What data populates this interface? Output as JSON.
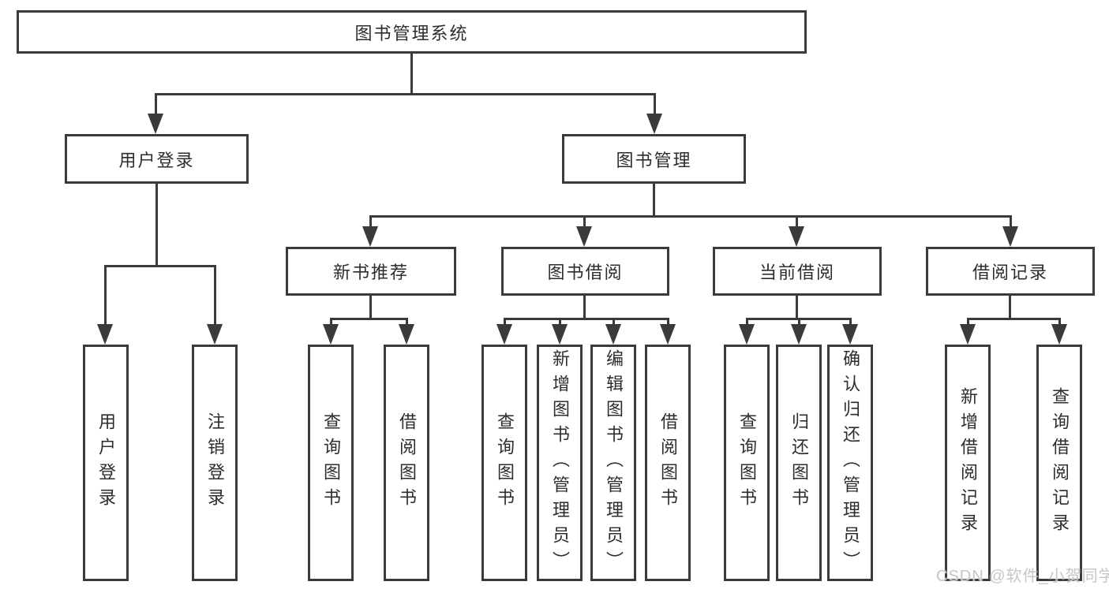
{
  "tree": {
    "label": "图书管理系统",
    "children": [
      {
        "label": "用户登录",
        "children": [
          {
            "label": "用户登录"
          },
          {
            "label": "注销登录"
          }
        ]
      },
      {
        "label": "图书管理",
        "children": [
          {
            "label": "新书推荐",
            "children": [
              {
                "label": "查询图书"
              },
              {
                "label": "借阅图书"
              }
            ]
          },
          {
            "label": "图书借阅",
            "children": [
              {
                "label": "查询图书"
              },
              {
                "label": "新增图书（管理员）"
              },
              {
                "label": "编辑图书（管理员）"
              },
              {
                "label": "借阅图书"
              }
            ]
          },
          {
            "label": "当前借阅",
            "children": [
              {
                "label": "查询图书"
              },
              {
                "label": "归还图书"
              },
              {
                "label": "确认归还（管理员）"
              }
            ]
          },
          {
            "label": "借阅记录",
            "children": [
              {
                "label": "新增借阅记录"
              },
              {
                "label": "查询借阅记录"
              }
            ]
          }
        ]
      }
    ]
  },
  "watermark": {
    "text": "CSDN @软件_小贺同学",
    "color": "#c6c6c6"
  },
  "colors": {
    "line": "#3a3a3a",
    "text": "#2d2d2d",
    "background": "#ffffff"
  }
}
